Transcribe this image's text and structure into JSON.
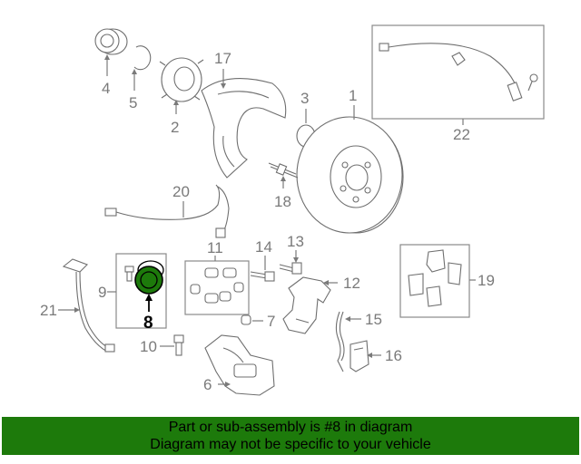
{
  "labels": {
    "p1": "1",
    "p2": "2",
    "p3": "3",
    "p4": "4",
    "p5": "5",
    "p6": "6",
    "p7": "7",
    "p8": "8",
    "p9": "9",
    "p10": "10",
    "p11": "11",
    "p12": "12",
    "p13": "13",
    "p14": "14",
    "p15": "15",
    "p16": "16",
    "p17": "17",
    "p18": "18",
    "p19": "19",
    "p20": "20",
    "p21": "21",
    "p22": "22"
  },
  "highlight": {
    "part": "8",
    "color": "#1d7a0b"
  },
  "footer": {
    "line1": "Part or sub-assembly is #8 in diagram",
    "line2": "Diagram may not be specific to your vehicle",
    "background": "#1d7a0b"
  }
}
